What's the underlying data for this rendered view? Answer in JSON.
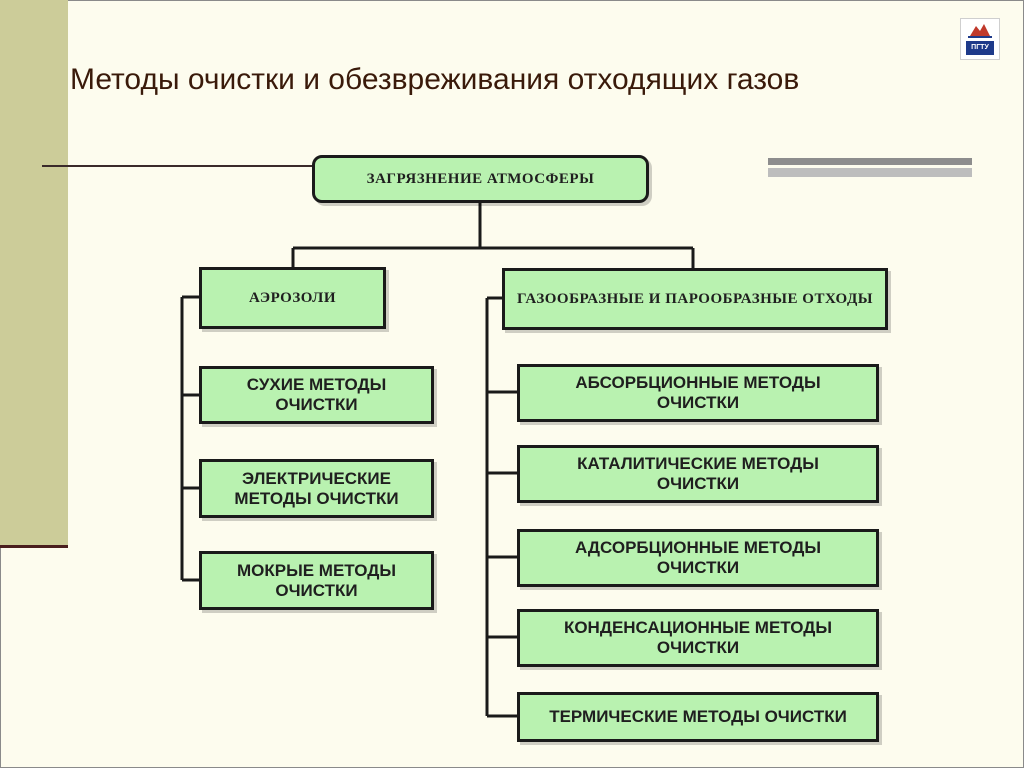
{
  "title": "Методы очистки и обезвреживания отходящих газов",
  "logo": {
    "badge_text": "ПГТУ"
  },
  "diagram": {
    "root": "ЗАГРЯЗНЕНИЕ АТМОСФЕРЫ",
    "aerosols": {
      "label": "АЭРОЗОЛИ",
      "methods": [
        "СУХИЕ МЕТОДЫ ОЧИСТКИ",
        "ЭЛЕКТРИЧЕСКИЕ МЕТОДЫ ОЧИСТКИ",
        "МОКРЫЕ МЕТОДЫ ОЧИСТКИ"
      ]
    },
    "gases": {
      "label": "ГАЗООБРАЗНЫЕ И ПАРООБРАЗНЫЕ ОТХОДЫ",
      "methods": [
        "АБСОРБЦИОННЫЕ МЕТОДЫ ОЧИСТКИ",
        "КАТАЛИТИЧЕСКИЕ МЕТОДЫ ОЧИСТКИ",
        "АДСОРБЦИОННЫЕ МЕТОДЫ ОЧИСТКИ",
        "КОНДЕНСАЦИОННЫЕ МЕТОДЫ ОЧИСТКИ",
        "ТЕРМИЧЕСКИЕ МЕТОДЫ ОЧИСТКИ"
      ]
    }
  },
  "colors": {
    "background": "#fdfcee",
    "side_band": "#cccc99",
    "box_fill": "#b9f2b0",
    "box_border": "#1a1a1a",
    "title_text": "#3a1a0a"
  }
}
